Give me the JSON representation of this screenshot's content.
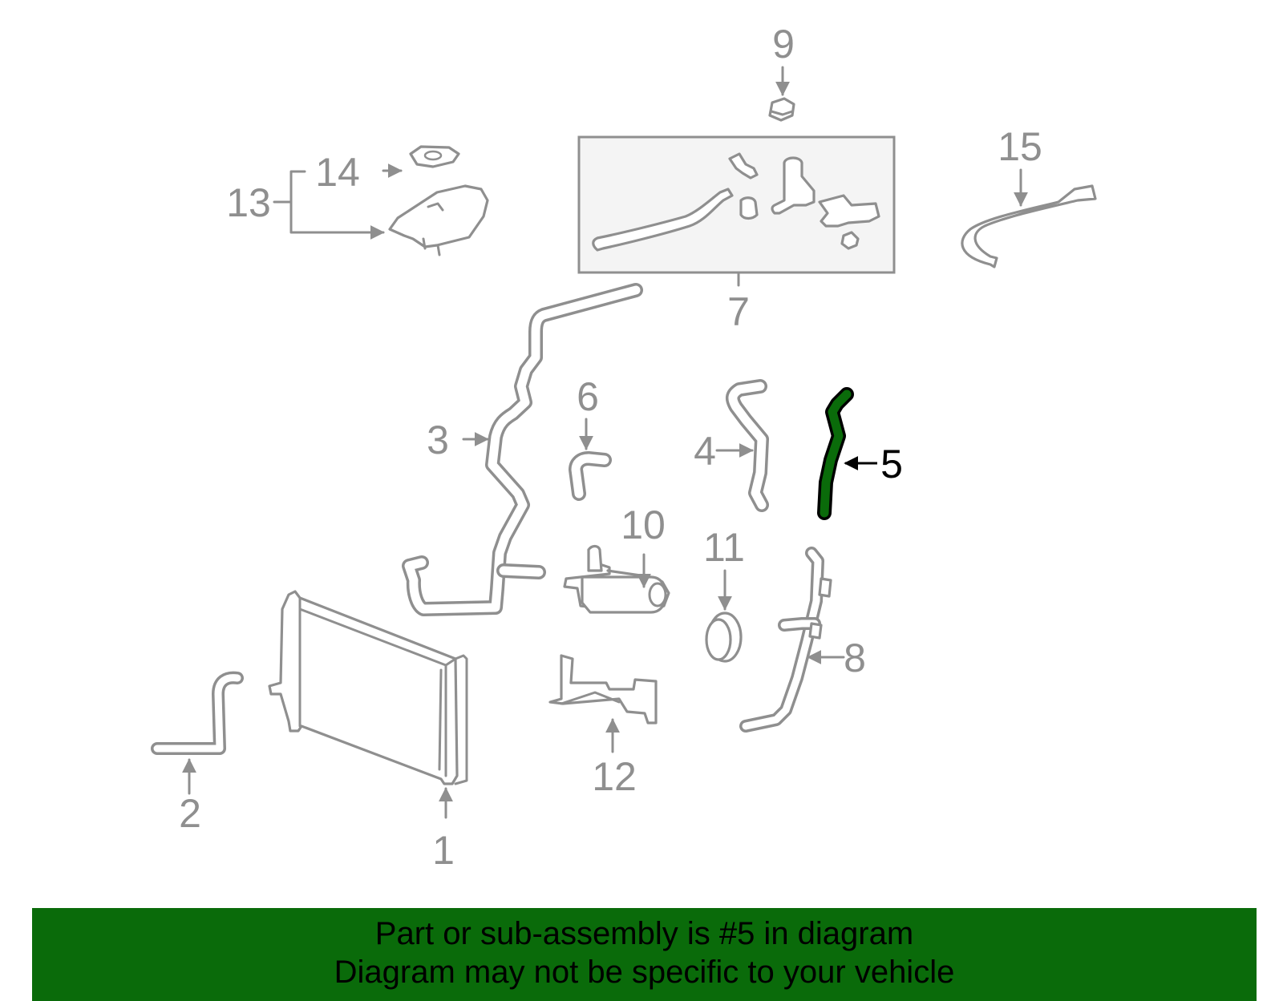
{
  "colors": {
    "line_gray": "#8f8f8f",
    "highlight_fill": "#0a6b0a",
    "highlight_stroke": "#000000",
    "banner_bg": "#0a6b0a",
    "banner_text": "#000000"
  },
  "callouts": [
    {
      "id": "1",
      "label": "1"
    },
    {
      "id": "2",
      "label": "2"
    },
    {
      "id": "3",
      "label": "3"
    },
    {
      "id": "4",
      "label": "4"
    },
    {
      "id": "5",
      "label": "5",
      "highlighted": true
    },
    {
      "id": "6",
      "label": "6"
    },
    {
      "id": "7",
      "label": "7"
    },
    {
      "id": "8",
      "label": "8"
    },
    {
      "id": "9",
      "label": "9"
    },
    {
      "id": "10",
      "label": "10"
    },
    {
      "id": "11",
      "label": "11"
    },
    {
      "id": "12",
      "label": "12"
    },
    {
      "id": "13",
      "label": "13"
    },
    {
      "id": "14",
      "label": "14"
    },
    {
      "id": "15",
      "label": "15"
    }
  ],
  "banner": {
    "line1": "Part or sub-assembly is #5 in diagram",
    "line2": "Diagram may not be specific to your vehicle"
  }
}
